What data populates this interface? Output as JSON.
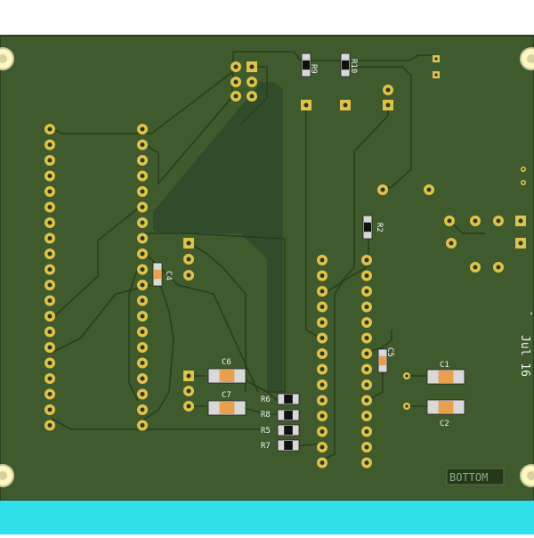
{
  "colors": {
    "background": "#ffffff",
    "board": "#3f5a2c",
    "board_edge": "#2b4020",
    "trace": "#27401c",
    "copper_fill": "#2f4a2a",
    "pad_gold": "#e0c24a",
    "pad_hole": "#2a3a20",
    "silk": "#f2f2f2",
    "smd_body": "#d8d8d8",
    "smd_cap": "#e8a050",
    "bottom_strip": "#2fe0ea",
    "mount_hole": "#fff7c0",
    "mount_ring": "#c8c8a0"
  },
  "board": {
    "layer_label": "BOTTOM",
    "date_text": "Jul 16"
  },
  "components": {
    "capacitors": [
      "C1",
      "C2",
      "C4",
      "C5",
      "C6",
      "C7"
    ],
    "resistors": [
      "R2",
      "R5",
      "R6",
      "R7",
      "R8",
      "R9",
      "R10"
    ]
  },
  "icons": {
    "mounting_hole": "mounting-hole-icon",
    "through_hole_pad": "pad-icon",
    "smd_component": "smd-component-icon"
  }
}
